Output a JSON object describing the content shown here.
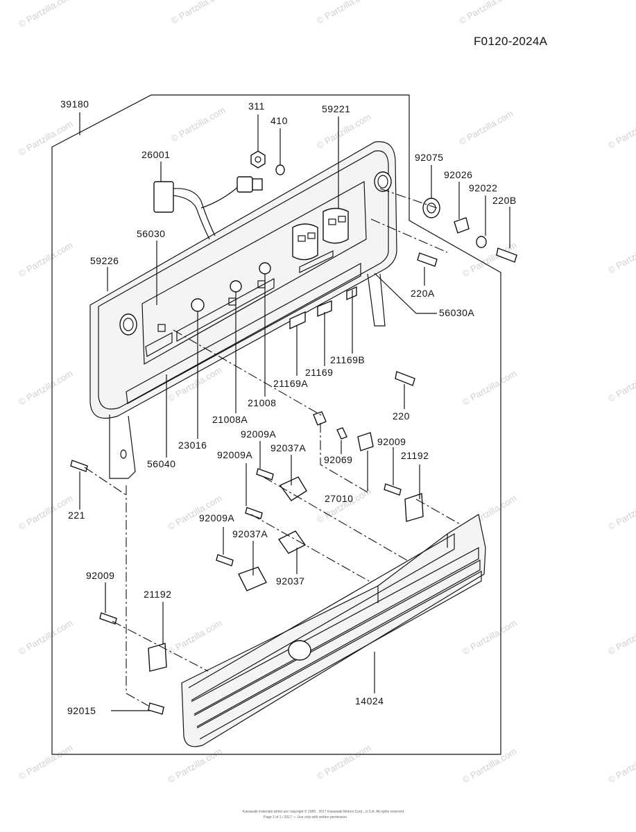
{
  "diagram_code": "F0120-2024A",
  "part_labels": {
    "p39180": "39180",
    "p311": "311",
    "p410": "410",
    "p59221": "59221",
    "p26001": "26001",
    "p92075": "92075",
    "p92026": "92026",
    "p92022": "92022",
    "p220B": "220B",
    "p56030": "56030",
    "p59226": "59226",
    "p220A": "220A",
    "p56030A": "56030A",
    "p21169B": "21169B",
    "p21169": "21169",
    "p21169A": "21169A",
    "p21008": "21008",
    "p220": "220",
    "p21008A": "21008A",
    "p23016": "23016",
    "p56040": "56040",
    "p92009A_1": "92009A",
    "p92009A_2": "92009A",
    "p92037A_1": "92037A",
    "p92069": "92069",
    "p27010": "27010",
    "p92009_1": "92009",
    "p21192_1": "21192",
    "p221": "221",
    "p92009A_3": "92009A",
    "p92037A_2": "92037A",
    "p92037": "92037",
    "p92009_2": "92009",
    "p21192_2": "21192",
    "p14024": "14024",
    "p92015": "92015"
  },
  "watermark_text": "© Partzilla.com",
  "footer_line_1": "Kawasaki materials within are copyright © 1995 - 2017 Kawasaki Motors Corp., U.S.A. All rights reserved.",
  "footer_line_2": "Page 1 of 1 / 2017 — Use only with written permission"
}
